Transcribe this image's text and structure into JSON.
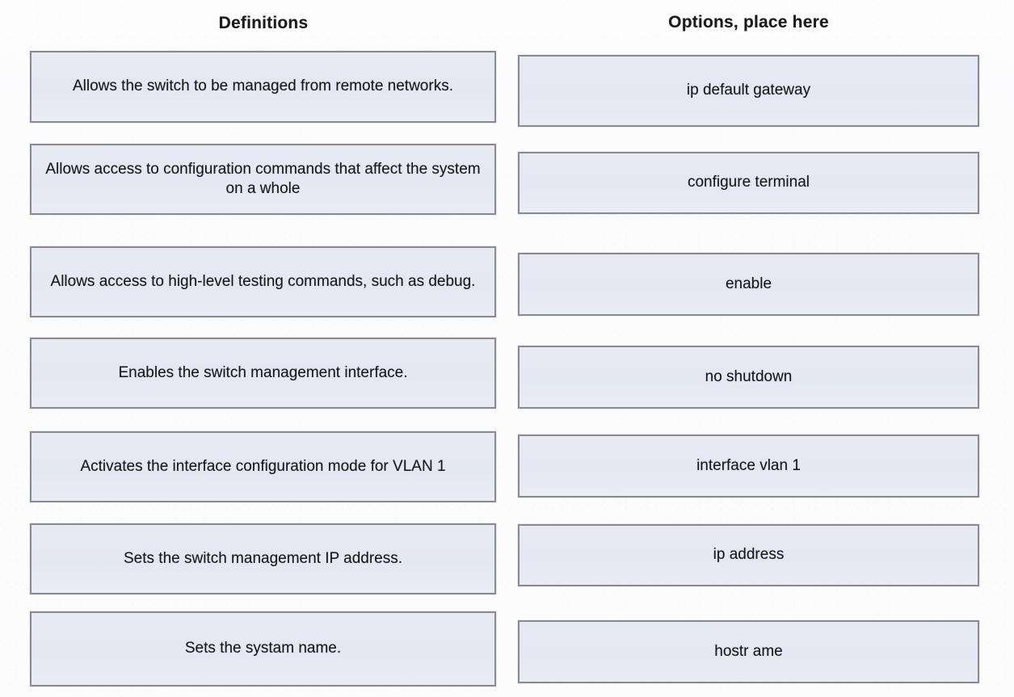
{
  "columns": {
    "definitions": {
      "header": "Definitions",
      "items": [
        {
          "text": "Allows the switch to be managed from remote networks."
        },
        {
          "text": "Allows access to configuration commands that affect the system on a whole"
        },
        {
          "text": "Allows access to high-level testing commands, such as debug."
        },
        {
          "text": "Enables the switch management interface."
        },
        {
          "text": "Activates the interface configuration mode for VLAN 1"
        },
        {
          "text": "Sets the switch management IP address."
        },
        {
          "text": "Sets the systam name."
        }
      ]
    },
    "options": {
      "header": "Options, place here",
      "items": [
        {
          "text": "ip default gateway"
        },
        {
          "text": "configure terminal"
        },
        {
          "text": "enable"
        },
        {
          "text": "no shutdown"
        },
        {
          "text": "interface vlan 1"
        },
        {
          "text": "ip address"
        },
        {
          "text": "hostr ame"
        }
      ]
    }
  },
  "colors": {
    "tile_fill": "#e6e9f2",
    "tile_border": "#8a8a92",
    "text": "#171717",
    "background": "#ffffff"
  }
}
